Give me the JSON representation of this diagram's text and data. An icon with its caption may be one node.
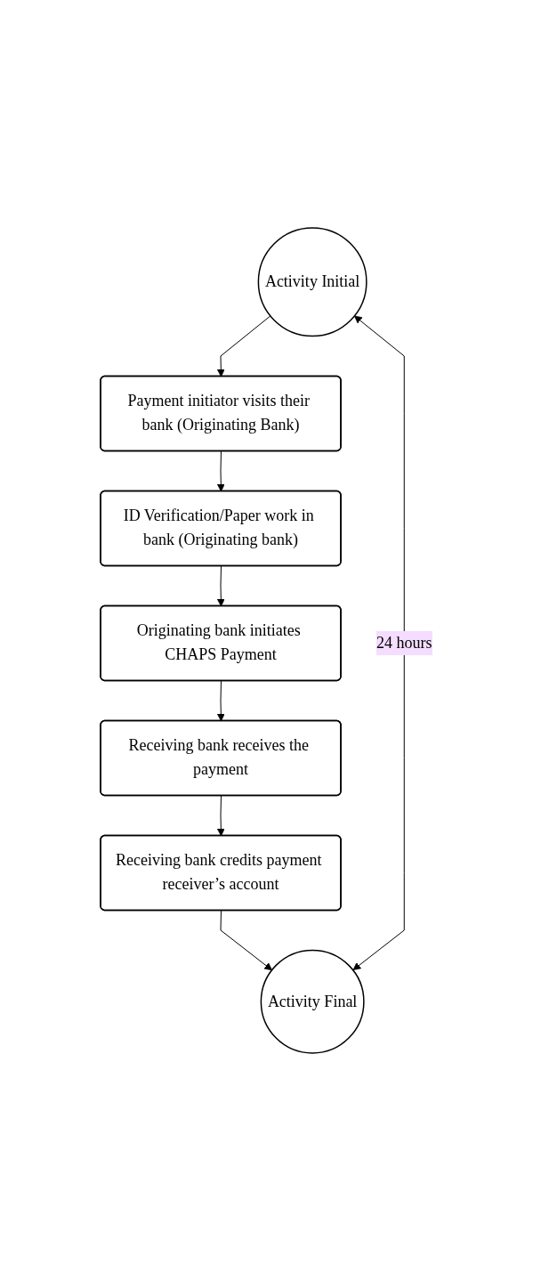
{
  "diagram": {
    "nodes": [
      {
        "text": [
          "Activity Initial"
        ]
      },
      {
        "text": [
          "Payment initiator visits their bank (Originating Bank)"
        ]
      },
      {
        "text": [
          "ID Verification/Paper work in bank (Originating bank)"
        ]
      },
      {
        "text": [
          "Originating bank initiates CHAPS Payment"
        ]
      },
      {
        "text": [
          "Receiving bank receives the payment"
        ]
      },
      {
        "text": [
          "Receiving bank credits payment receiver’s account"
        ]
      },
      {
        "text": [
          "Activity Final"
        ]
      }
    ],
    "edges": [
      {
        "from": 0,
        "to": 1,
        "arrow": "to"
      },
      {
        "from": 1,
        "to": 2,
        "arrow": "to"
      },
      {
        "from": 2,
        "to": 3,
        "arrow": "to"
      },
      {
        "from": 3,
        "to": 4,
        "arrow": "to"
      },
      {
        "from": 4,
        "to": 5,
        "arrow": "to"
      },
      {
        "from": 5,
        "to": 6,
        "arrow": "to"
      },
      {
        "from": 6,
        "to": 0,
        "arrow": "both",
        "label": "24 hours"
      }
    ]
  }
}
